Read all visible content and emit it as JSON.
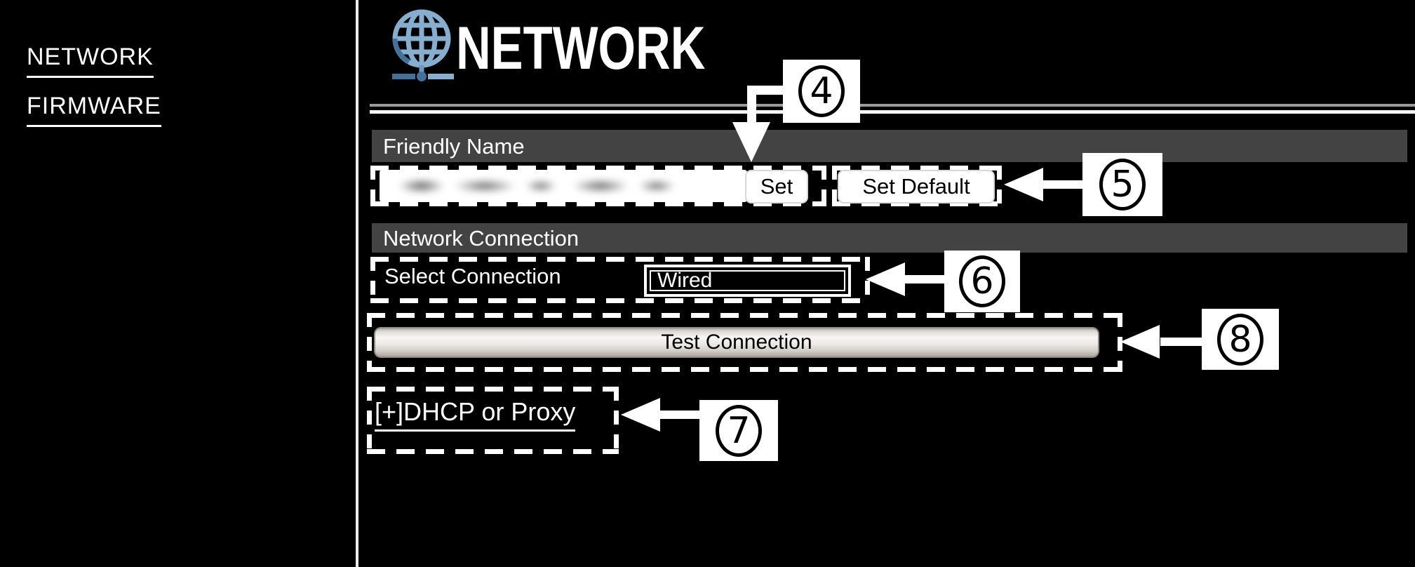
{
  "sidebar": {
    "items": [
      {
        "label": "NETWORK"
      },
      {
        "label": "FIRMWARE"
      }
    ]
  },
  "header": {
    "title": "NETWORK",
    "icon": "globe-network-icon"
  },
  "sections": {
    "friendly_name": {
      "title": "Friendly Name",
      "input_value": "",
      "input_note": "value blurred/redacted in screenshot",
      "set_label": "Set",
      "set_default_label": "Set Default"
    },
    "network_connection": {
      "title": "Network Connection",
      "select_label": "Select Connection",
      "select_value": "Wired",
      "test_label": "Test Connection",
      "dhcp_label": "[+]DHCP or Proxy"
    }
  },
  "callouts": [
    {
      "number": "4"
    },
    {
      "number": "5"
    },
    {
      "number": "6"
    },
    {
      "number": "7"
    },
    {
      "number": "8"
    }
  ],
  "colors": {
    "background": "#000000",
    "section_bar": "#434343",
    "accent_icon_blue": "#86aecf",
    "accent_icon_blue_dark": "#44719c",
    "button_face": "#ffffff",
    "test_button_gradient_top": "#f7f6f4",
    "test_button_gradient_bottom": "#aba69f"
  }
}
